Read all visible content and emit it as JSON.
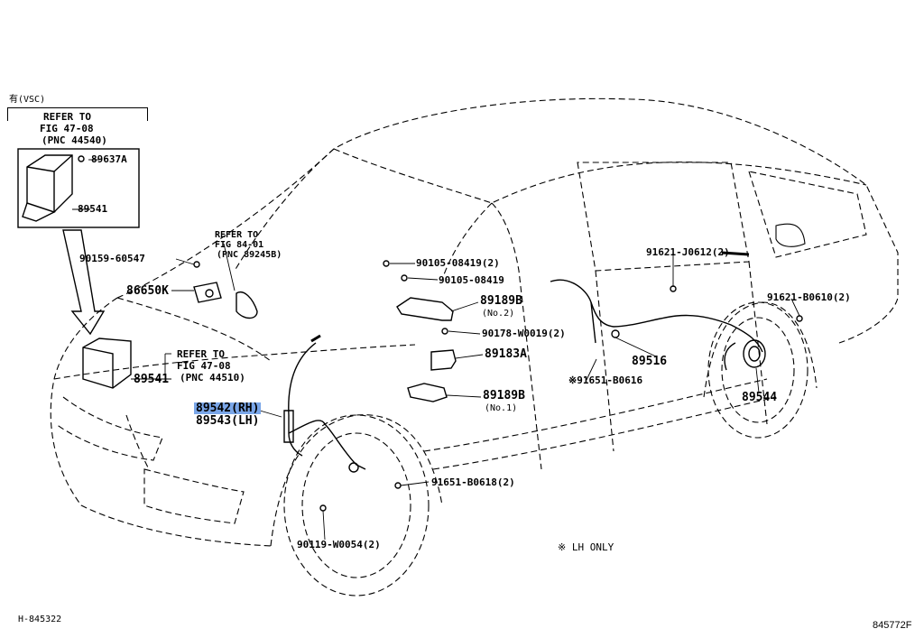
{
  "variant_label": "有(VSC)",
  "refer_box_top": {
    "lines": [
      "REFER TO",
      "FIG 47-08",
      "(PNC 44540)"
    ]
  },
  "refer_box_mid": {
    "lines": [
      "REFER TO",
      "FIG 47-08",
      "(PNC 44510)"
    ]
  },
  "refer_box_hood": {
    "lines": [
      "REFER TO",
      "FIG 84-01",
      "(PNC 89245B)"
    ]
  },
  "parts": {
    "p89637A": "89637A",
    "p89541_top": "89541",
    "p89541_mid": "89541",
    "p90159": "90159-60547",
    "p86650K": "86650K",
    "p89542": "89542(RH)",
    "p89543": "89543(LH)",
    "p90105_a": "90105-08419(2)",
    "p90105_b": "90105-08419",
    "p89189B_2": "89189B",
    "p89189B_2_sub": "(No.2)",
    "p90178": "90178-W0019(2)",
    "p89183A": "89183A",
    "p89189B_1": "89189B",
    "p89189B_1_sub": "(No.1)",
    "p91621_j": "91621-J0612(2)",
    "p91621_b": "91621-B0610(2)",
    "p89516": "89516",
    "p91651_b0616": "※91651-B0616",
    "p89544": "89544",
    "p91651_b0618": "91651-B0618(2)",
    "p90119": "90119-W0054(2)"
  },
  "note_lh_only": "※ LH ONLY",
  "footer_left": "H-845322",
  "footer_right": "845772F",
  "colors": {
    "highlight": "#7aa6e8",
    "line": "#000000"
  }
}
